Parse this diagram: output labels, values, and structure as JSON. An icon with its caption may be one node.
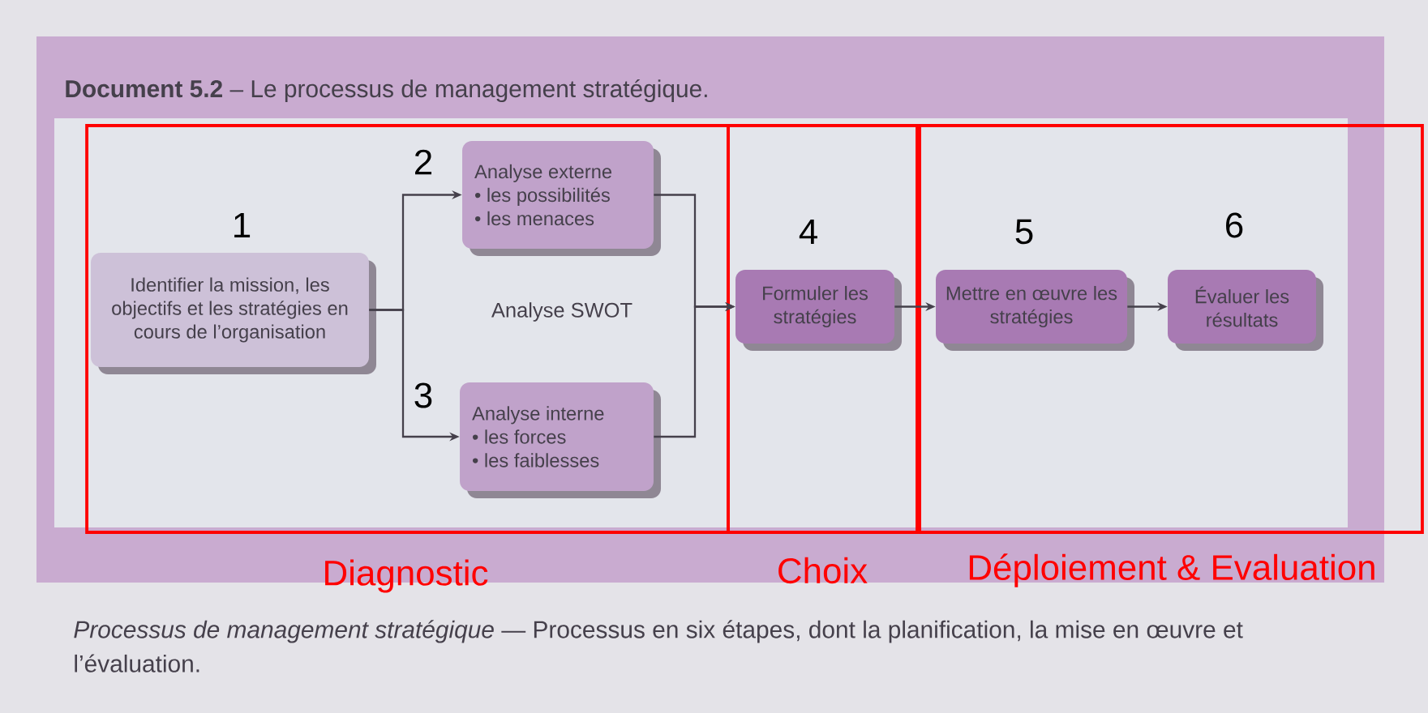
{
  "diagram": {
    "title": "**Document 5.2** – Le processus de management stratégique.",
    "caption": "*Processus de management stratégique* — Processus en six étapes, dont la planification, la mise en œuvre et l’évaluation.",
    "nodes": [
      {
        "text": [
          "Diagnostic"
        ]
      },
      {
        "text": [
          "Choix"
        ]
      },
      {
        "text": [
          "Déploiement & Evaluation"
        ]
      },
      {
        "text": [
          "Identifier la mission, les objectifs et les stratégies en cours de l’organisation"
        ],
        "in": 0,
        "beside": [
          "1"
        ]
      },
      {
        "text": [
          "Analyse externe",
          "• les possibilités",
          "• les menaces"
        ],
        "in": 0,
        "beside": [
          "2"
        ]
      },
      {
        "text": [
          "Analyse interne",
          "• les forces",
          "• les faiblesses"
        ],
        "in": 0,
        "beside": [
          "3"
        ]
      },
      {
        "text": [
          "Formuler les stratégies"
        ],
        "in": 1,
        "beside": [
          "4"
        ]
      },
      {
        "text": [
          "Mettre en œuvre les stratégies"
        ],
        "in": 2,
        "beside": [
          "5"
        ]
      },
      {
        "text": [
          "Évaluer les résultats"
        ],
        "in": 2,
        "beside": [
          "6"
        ]
      }
    ],
    "edges": [
      {
        "from": 3,
        "to": 4,
        "arrow": "to"
      },
      {
        "from": 3,
        "to": 5,
        "arrow": "to"
      },
      {
        "from": 4,
        "to": 6,
        "arrow": "to"
      },
      {
        "from": 5,
        "to": 6,
        "arrow": "to"
      },
      {
        "from": 6,
        "to": 7,
        "arrow": "to"
      },
      {
        "from": 7,
        "to": 8,
        "arrow": "to"
      }
    ],
    "labels": [
      "Analyse SWOT"
    ]
  }
}
